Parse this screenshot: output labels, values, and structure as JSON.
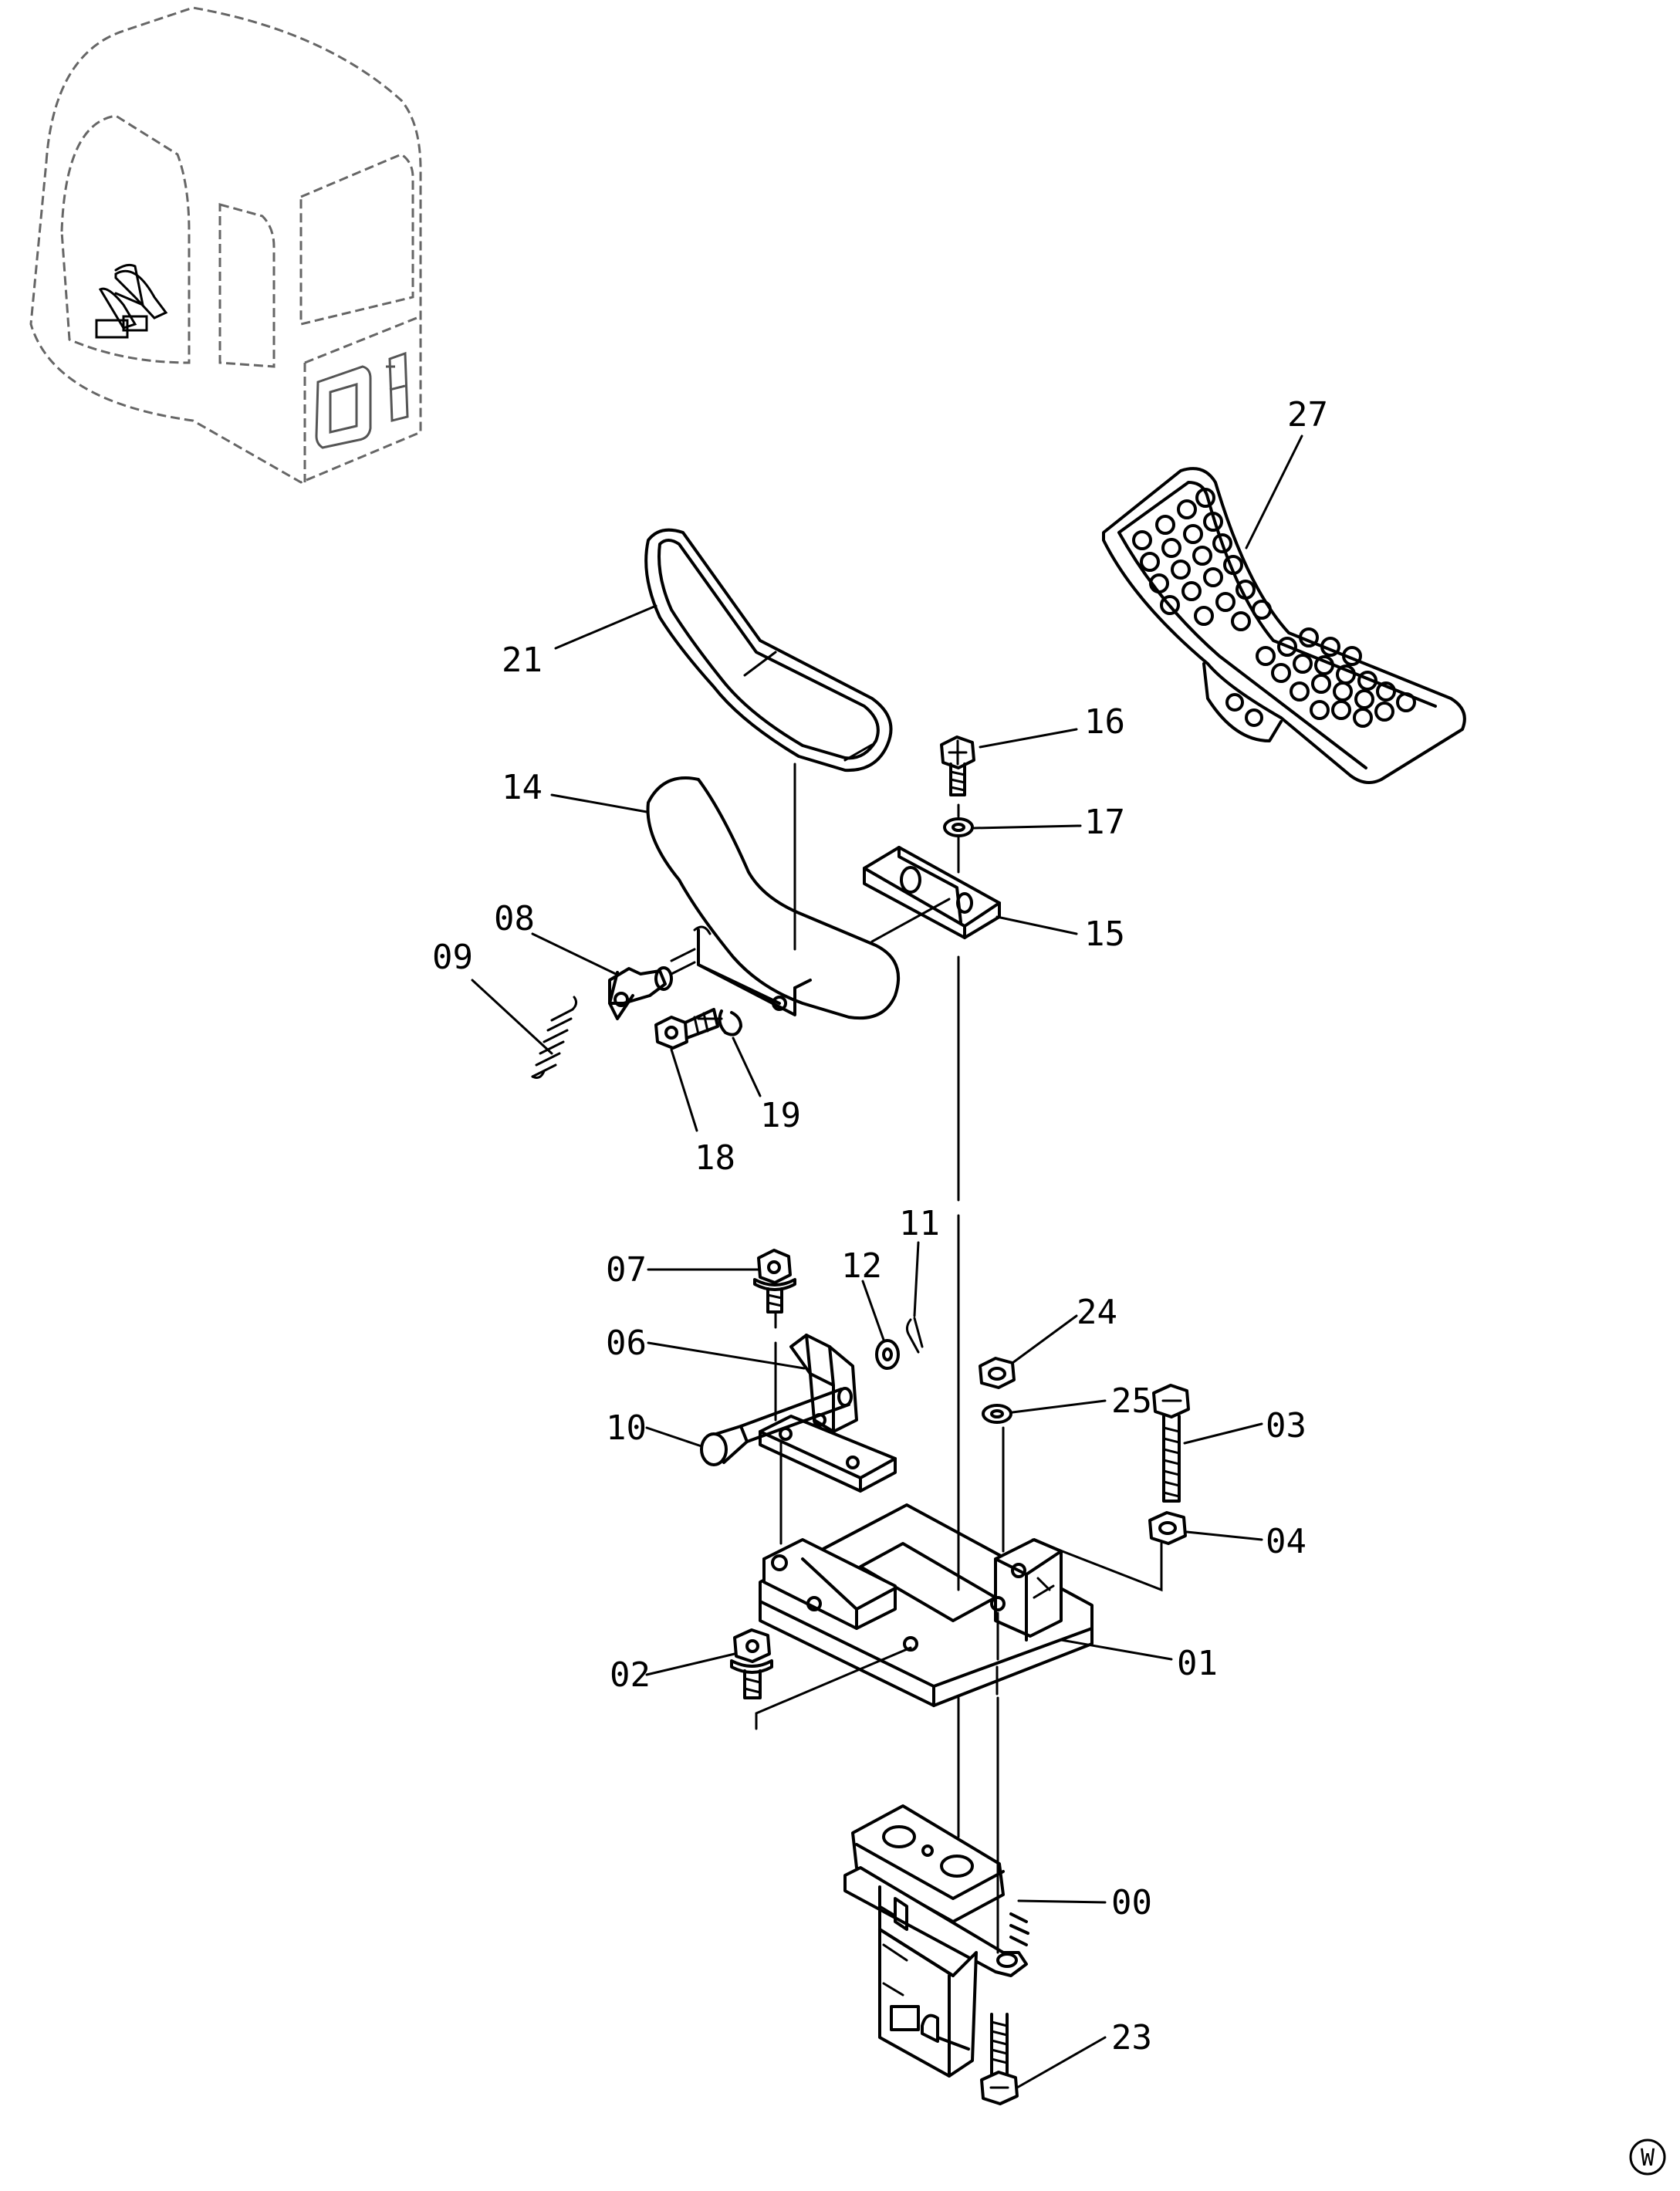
{
  "callouts": [
    {
      "id": "27",
      "label": "27"
    },
    {
      "id": "21",
      "label": "21"
    },
    {
      "id": "16",
      "label": "16"
    },
    {
      "id": "17",
      "label": "17"
    },
    {
      "id": "14",
      "label": "14"
    },
    {
      "id": "15",
      "label": "15"
    },
    {
      "id": "08",
      "label": "08"
    },
    {
      "id": "09",
      "label": "09"
    },
    {
      "id": "19",
      "label": "19"
    },
    {
      "id": "18",
      "label": "18"
    },
    {
      "id": "11",
      "label": "11"
    },
    {
      "id": "07",
      "label": "07"
    },
    {
      "id": "12",
      "label": "12"
    },
    {
      "id": "06",
      "label": "06"
    },
    {
      "id": "24",
      "label": "24"
    },
    {
      "id": "25",
      "label": "25"
    },
    {
      "id": "03",
      "label": "03"
    },
    {
      "id": "10",
      "label": "10"
    },
    {
      "id": "04",
      "label": "04"
    },
    {
      "id": "01",
      "label": "01"
    },
    {
      "id": "02",
      "label": "02"
    },
    {
      "id": "00",
      "label": "00"
    },
    {
      "id": "23",
      "label": "23"
    }
  ],
  "corner_mark": "W",
  "colors": {
    "line": "#000000",
    "background": "#ffffff",
    "cab_outline": "#666666"
  }
}
